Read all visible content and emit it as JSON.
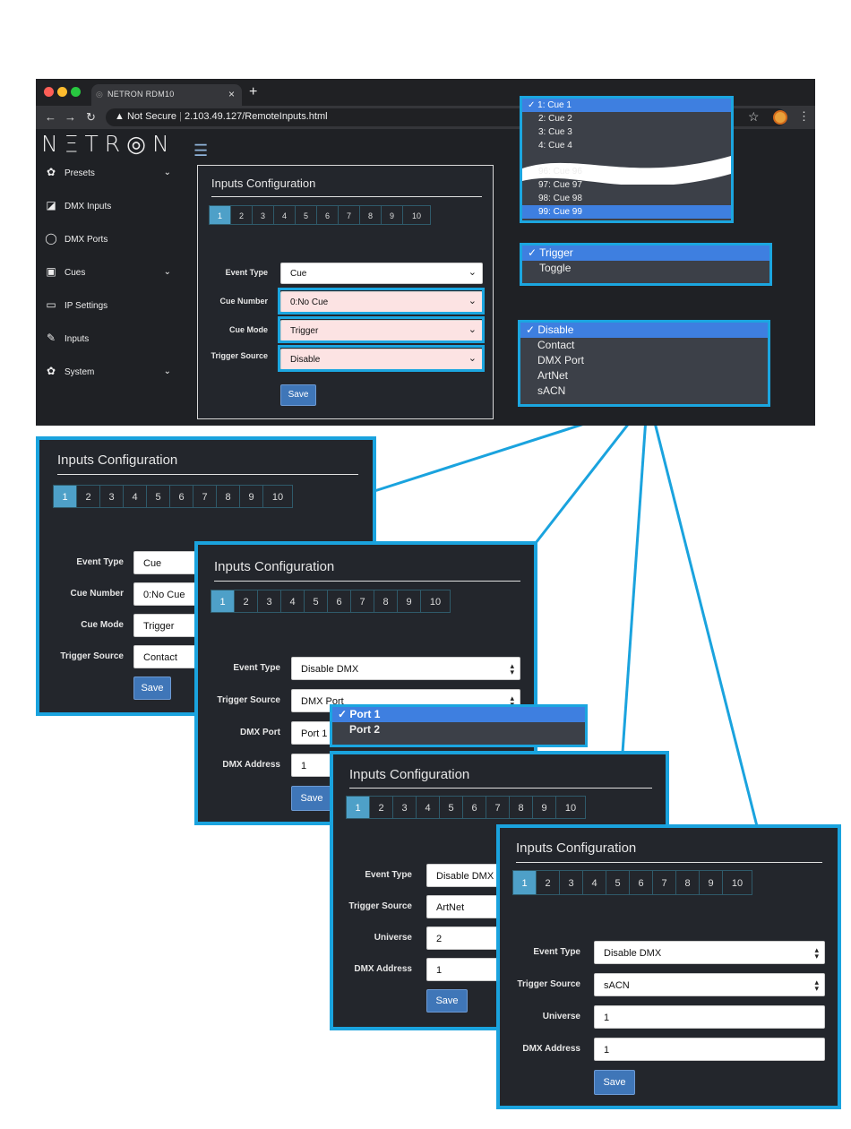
{
  "browser": {
    "tab_title": "NETRON RDM10",
    "tab_close": "×",
    "new_tab": "+",
    "url_warning": "▲ Not Secure",
    "url": "2.103.49.127/RemoteInputs.html"
  },
  "app": {
    "logo": "NΞTR◎N",
    "sidebar": [
      {
        "label": "Presets",
        "icon": "gear-icon",
        "chev": "⌄"
      },
      {
        "label": "DMX Inputs",
        "icon": "dmx-input-icon",
        "chev": ""
      },
      {
        "label": "DMX Ports",
        "icon": "port-icon",
        "chev": ""
      },
      {
        "label": "Cues",
        "icon": "film-icon",
        "chev": "⌄"
      },
      {
        "label": "IP Settings",
        "icon": "laptop-icon",
        "chev": ""
      },
      {
        "label": "Inputs",
        "icon": "plug-icon",
        "chev": ""
      },
      {
        "label": "System",
        "icon": "gear-icon",
        "chev": "⌄"
      }
    ]
  },
  "main_panel": {
    "title": "Inputs Configuration",
    "pages": [
      "1",
      "2",
      "3",
      "4",
      "5",
      "6",
      "7",
      "8",
      "9",
      "10"
    ],
    "fields": [
      {
        "label": "Event Type",
        "value": "Cue"
      },
      {
        "label": "Cue Number",
        "value": "0:No Cue"
      },
      {
        "label": "Cue Mode",
        "value": "Trigger"
      },
      {
        "label": "Trigger Source",
        "value": "Disable"
      }
    ],
    "save": "Save"
  },
  "dropdowns": {
    "cue_list": {
      "items_top": [
        "✓ 1: Cue 1",
        "2: Cue 2",
        "3: Cue 3",
        "4: Cue 4"
      ],
      "items_bottom": [
        "96: Cue 96",
        "97: Cue 97",
        "98: Cue 98",
        "99: Cue 99"
      ]
    },
    "cue_mode": [
      "✓ Trigger",
      "Toggle"
    ],
    "trigger_source": [
      "✓ Disable",
      "Contact",
      "DMX Port",
      "ArtNet",
      "sACN"
    ],
    "dmx_port": [
      "✓ Port 1",
      "Port 2"
    ]
  },
  "callouts": {
    "contact": {
      "title": "Inputs Configuration",
      "fields": [
        {
          "label": "Event Type",
          "value": "Cue"
        },
        {
          "label": "Cue Number",
          "value": "0:No Cue"
        },
        {
          "label": "Cue Mode",
          "value": "Trigger"
        },
        {
          "label": "Trigger Source",
          "value": "Contact"
        }
      ],
      "save": "Save"
    },
    "dmx_port": {
      "title": "Inputs Configuration",
      "fields": [
        {
          "label": "Event Type",
          "value": "Disable DMX"
        },
        {
          "label": "Trigger Source",
          "value": "DMX Port"
        },
        {
          "label": "DMX Port",
          "value": "Port 1"
        },
        {
          "label": "DMX Address",
          "value": "1"
        }
      ],
      "save": "Save"
    },
    "artnet": {
      "title": "Inputs Configuration",
      "fields": [
        {
          "label": "Event Type",
          "value": "Disable DMX"
        },
        {
          "label": "Trigger Source",
          "value": "ArtNet"
        },
        {
          "label": "Universe",
          "value": "2"
        },
        {
          "label": "DMX Address",
          "value": "1"
        }
      ],
      "save": "Save"
    },
    "sacn": {
      "title": "Inputs Configuration",
      "fields": [
        {
          "label": "Event Type",
          "value": "Disable DMX"
        },
        {
          "label": "Trigger Source",
          "value": "sACN"
        },
        {
          "label": "Universe",
          "value": "1"
        },
        {
          "label": "DMX Address",
          "value": "1"
        }
      ],
      "save": "Save"
    }
  },
  "colors": {
    "accent": "#1ba6e0",
    "active_page": "#4ea0c8",
    "save_button": "#3f76b8",
    "dropdown_selected": "#3e7fe0"
  }
}
